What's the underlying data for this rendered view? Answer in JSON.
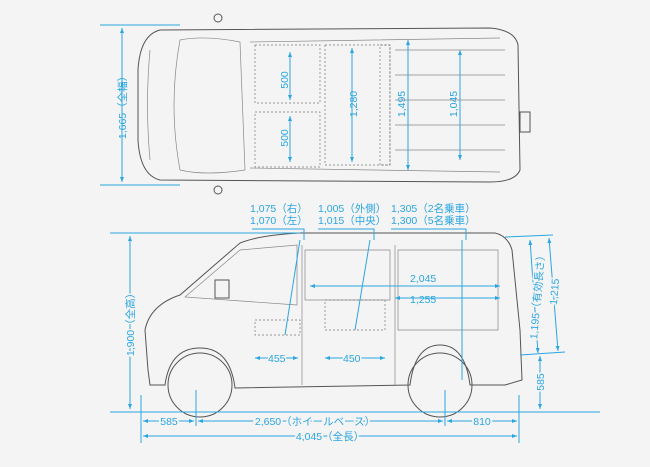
{
  "top_view": {
    "overall_width": "1,665（全幅）",
    "seat_front_1": "500",
    "seat_front_2": "500",
    "cabin_length": "1,280",
    "cargo_width": "1,495",
    "wheelhouse_width": "1,045"
  },
  "side_view": {
    "headroom_right": "1,075（右）",
    "headroom_left": "1,070（左）",
    "rear_height_outer": "1,005（外側）",
    "rear_height_center": "1,015（中央）",
    "cargo_height_2": "1,305（2名乗車）",
    "cargo_height_5": "1,300（5名乗車）",
    "cargo_length_2045": "2,045",
    "cargo_length_1255": "1,255",
    "seat_455": "455",
    "seat_450": "450",
    "overall_height": "1,900（全高）",
    "effective_length": "1,195（有効長さ）",
    "door_height": "1,215",
    "floor_height": "585",
    "front_overhang": "585",
    "wheelbase": "2,650（ホイールベース）",
    "rear_overhang": "810",
    "overall_length": "4,045（全長）"
  },
  "colors": {
    "dimension": "#2aa6e2",
    "outline": "#555555",
    "background": "#f4f4f4"
  }
}
